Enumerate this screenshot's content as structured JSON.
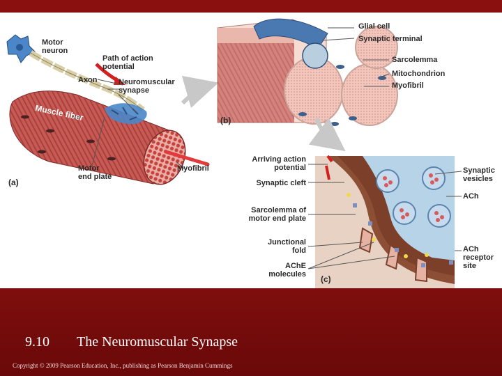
{
  "slide": {
    "number": "9.10",
    "title": "The Neuromuscular Synapse",
    "copyright": "Copyright © 2009 Pearson Education, Inc., publishing as Pearson Benjamin Cummings"
  },
  "panel_a": {
    "letter": "(a)",
    "labels": {
      "motor_neuron": "Motor\nneuron",
      "path_of_action_potential": "Path of action\npotential",
      "axon": "Axon",
      "neuromuscular_synapse": "Neuromuscular\nsynapse",
      "muscle_fiber": "Muscle fiber",
      "motor_end_plate": "Motor\nend plate",
      "myofibril": "Myofibril"
    }
  },
  "panel_b": {
    "letter": "(b)",
    "labels": {
      "glial_cell": "Glial cell",
      "synaptic_terminal": "Synaptic terminal",
      "sarcolemma": "Sarcolemma",
      "mitochondrion": "Mitochondrion",
      "myofibril": "Myofibril"
    }
  },
  "panel_c": {
    "letter": "(c)",
    "labels": {
      "arriving_action_potential": "Arriving action\npotential",
      "synaptic_cleft": "Synaptic cleft",
      "sarcolemma_of_motor_end_plate": "Sarcolemma of\nmotor end plate",
      "junctional_fold": "Junctional\nfold",
      "ache_molecules": "AChE\nmolecules",
      "synaptic_vesicles": "Synaptic\nvesicles",
      "ach": "ACh",
      "ach_receptor_site": "ACh\nreceptor\nsite"
    }
  }
}
